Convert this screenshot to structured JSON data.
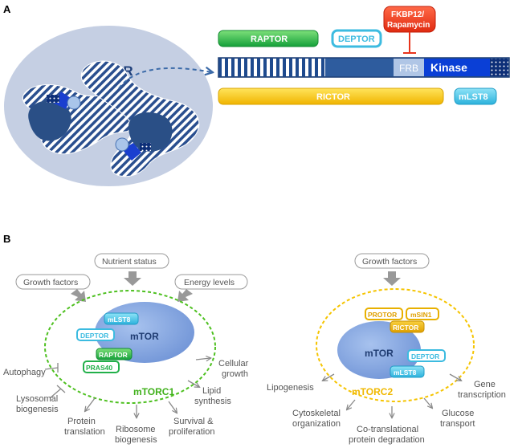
{
  "panel_a": {
    "label": "A",
    "mtor_label": "mTOR",
    "raptor": "RAPTOR",
    "deptor": "DEPTOR",
    "fkbp_line1": "FKBP12/",
    "fkbp_line2": "Rapamycin",
    "frb": "FRB",
    "kinase": "Kinase",
    "rictor": "RICTOR",
    "mlst8": "mLST8"
  },
  "panel_b": {
    "label": "B",
    "nutrient_status": "Nutrient status",
    "growth_factors_left": "Growth factors",
    "energy_levels": "Energy levels",
    "growth_factors_right": "Growth factors",
    "mtorc1": {
      "name": "mTORC1",
      "mtor": "mTOR",
      "mlst8": "mLST8",
      "deptor": "DEPTOR",
      "raptor": "RAPTOR",
      "pras40": "PRAS40"
    },
    "mtorc2": {
      "name": "mTORC2",
      "mtor": "mTOR",
      "protor": "PROTOR",
      "msin1": "mSIN1",
      "rictor": "RICTOR",
      "deptor": "DEPTOR",
      "mlst8": "mLST8"
    },
    "outputs_c1": {
      "autophagy": "Autophagy",
      "lysosomal_1": "Lysosomal",
      "lysosomal_2": "biogenesis",
      "protein_1": "Protein",
      "protein_2": "translation",
      "ribosome_1": "Ribosome",
      "ribosome_2": "biogenesis",
      "survival_1": "Survival &",
      "survival_2": "proliferation",
      "lipid_1": "Lipid",
      "lipid_2": "synthesis",
      "cellular_1": "Cellular",
      "cellular_2": "growth"
    },
    "outputs_c2": {
      "lipogenesis": "Lipogenesis",
      "cyto_1": "Cytoskeletal",
      "cyto_2": "organization",
      "cotrans_1": "Co-translational",
      "cotrans_2": "protein degradation",
      "glucose_1": "Glucose",
      "glucose_2": "transport",
      "gene_1": "Gene",
      "gene_2": "transcription"
    }
  },
  "colors": {
    "mtor_blue": "#2e5c9e",
    "kinase_blue": "#0a3fd6",
    "raptor_green": "#22b04a",
    "rictor_yellow": "#f5c400",
    "deptor_cyan": "#4fc8e8",
    "fkbp_red": "#e8341c",
    "cell_bg": "#c8d3e6",
    "mtorc1_dash": "#4ec020",
    "mtorc2_dash": "#f5c400"
  }
}
